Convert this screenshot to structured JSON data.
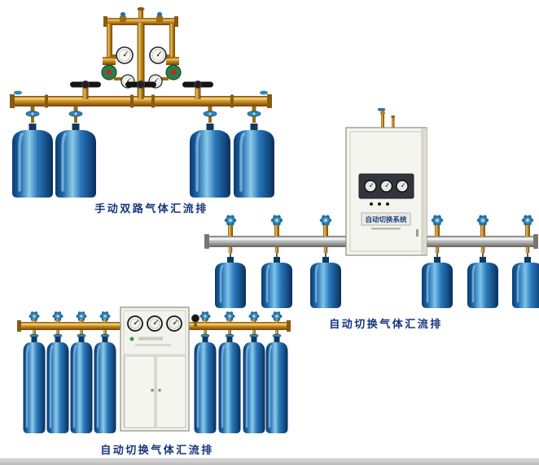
{
  "page": {
    "background": "#ffffff",
    "footer_bar_color": "#c9c9c9"
  },
  "palette": {
    "caption_text": "#16357e",
    "brass_pipe": "#c6871c",
    "cylinder_blue": "#1d6bb0",
    "cylinder_highlight": "#8ecbe8",
    "valve_cap_blue": "#2d7fb5",
    "cabinet_body": "#f5f5ef",
    "cabinet_panel_dark": "#34343e",
    "manifold_silver": "#bdbdbd",
    "regulator_green": "#2e7d46",
    "handwheel_black": "#141414"
  },
  "products": [
    {
      "id": "manual-dual-manifold",
      "caption": "手动双路气体汇流排",
      "cylinders_visible": 4,
      "gauges_visible": 4
    },
    {
      "id": "auto-switch-wall-manifold",
      "caption": "自动切换气体汇流排",
      "cabinet_label": "自动切换系统",
      "cylinders_visible": 6,
      "gauges_visible": 3
    },
    {
      "id": "auto-switch-floor-manifold",
      "caption": "自动切换气体汇流排",
      "cylinders_visible": 8,
      "gauges_visible": 3
    }
  ]
}
